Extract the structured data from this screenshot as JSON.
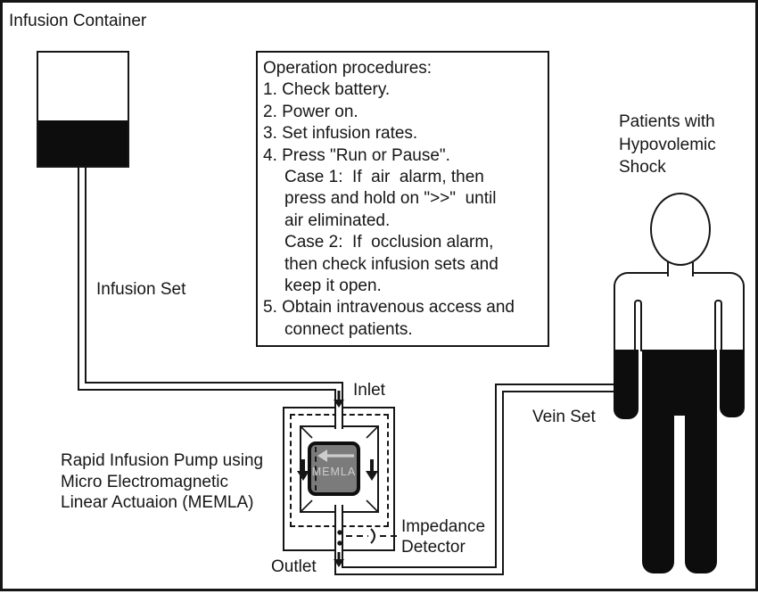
{
  "colors": {
    "ink": "#161616",
    "fill": "#0d0d0d",
    "paper": "#ffffff",
    "memla_fill": "#7b7b7b",
    "memla_border": "#0f0f0f",
    "memla_text": "#cdcdcd"
  },
  "labels": {
    "title": "Infusion Container",
    "infusion_set": "Infusion Set",
    "inlet": "Inlet",
    "outlet": "Outlet",
    "vein_set": "Vein Set",
    "memla": "MEMLA"
  },
  "pump_name": {
    "line1": "Rapid Infusion Pump using",
    "line2": "Micro Electromagnetic",
    "line3": "Linear Actuaion (MEMLA)"
  },
  "impedance": {
    "line1": "Impedance",
    "line2": "Detector"
  },
  "patient": {
    "line1": "Patients with",
    "line2": "Hypovolemic",
    "line3": "Shock"
  },
  "procedures": {
    "lines": [
      {
        "text": "Operation procedures:"
      },
      {
        "text": "1. Check battery."
      },
      {
        "text": "2. Power on."
      },
      {
        "text": "3. Set infusion rates."
      },
      {
        "text": "4. Press \"Run or Pause\"."
      },
      {
        "text": "Case 1:  If  air  alarm, then"
      },
      {
        "text": "press and hold on \">>\"  until"
      },
      {
        "text": "air eliminated."
      },
      {
        "text": "Case 2:  If  occlusion alarm,"
      },
      {
        "text": "then check infusion sets and"
      },
      {
        "text": "keep it open."
      },
      {
        "text": "5. Obtain intravenous access and"
      },
      {
        "text": "connect patients."
      }
    ]
  }
}
